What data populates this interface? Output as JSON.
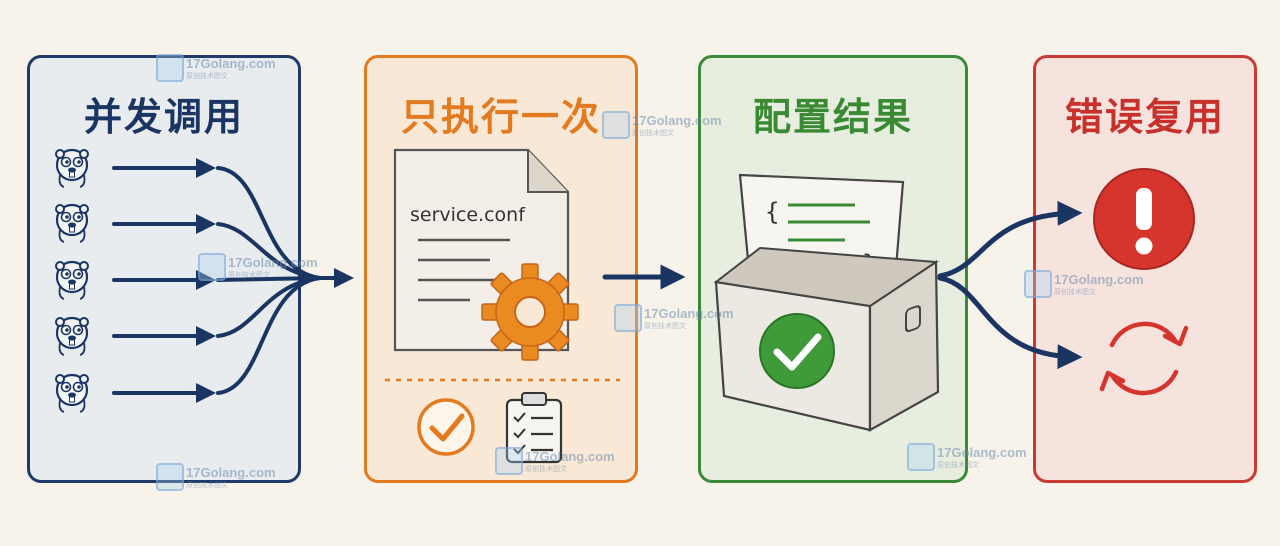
{
  "panels": [
    {
      "title": "并发调用",
      "color": "#1f3a68"
    },
    {
      "title": "只执行一次",
      "color": "#e07b22"
    },
    {
      "title": "配置结果",
      "color": "#3b8a3a"
    },
    {
      "title": "错误复用",
      "color": "#c83a34"
    }
  ],
  "file_label": "service.conf",
  "watermark": {
    "text": "17Golang.com",
    "sub": "原创技术图文"
  },
  "icons": [
    "gopher-icon",
    "document-icon",
    "gear-icon",
    "check-icon",
    "clipboard-icon",
    "box-icon",
    "error-icon",
    "retry-icon"
  ]
}
